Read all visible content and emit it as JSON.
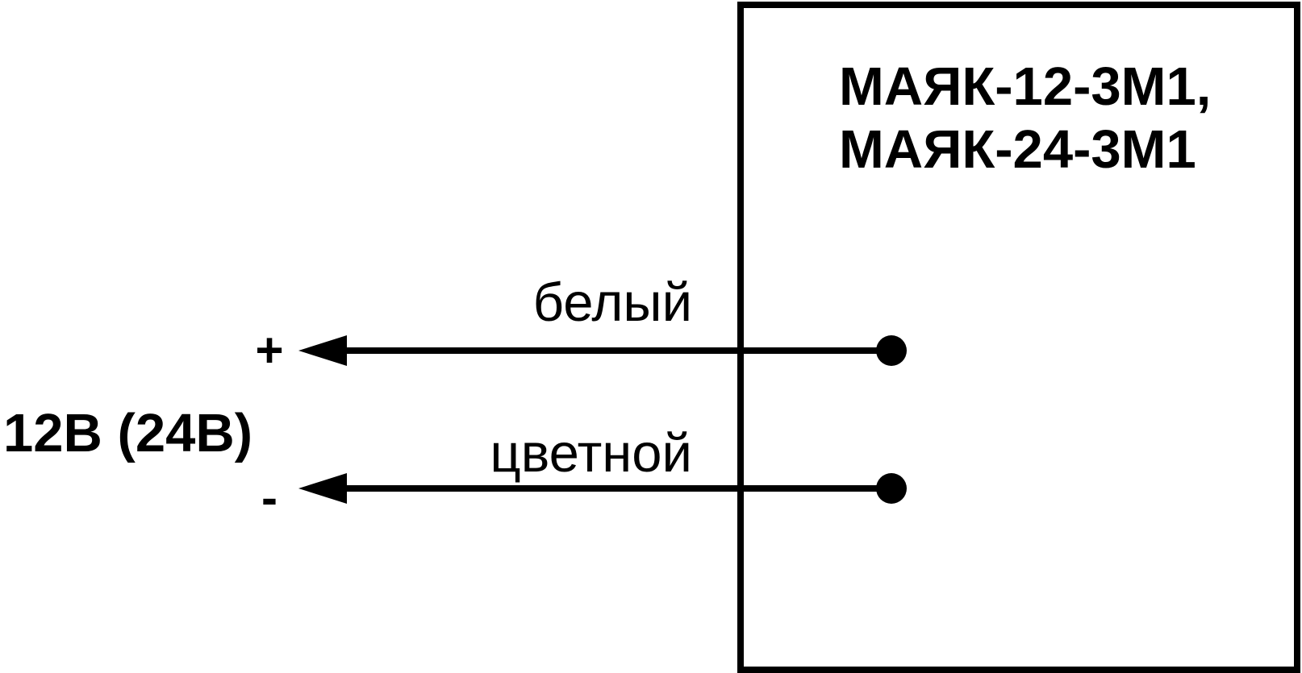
{
  "device": {
    "model_line_1": "МАЯК-12-3М1,",
    "model_line_2": "МАЯК-24-3М1"
  },
  "wires": [
    {
      "label": "белый",
      "polarity": "+"
    },
    {
      "label": "цветной",
      "polarity": "-"
    }
  ],
  "supply": {
    "label": "12В (24В)"
  },
  "colors": {
    "line": "#000000",
    "background": "#ffffff"
  }
}
